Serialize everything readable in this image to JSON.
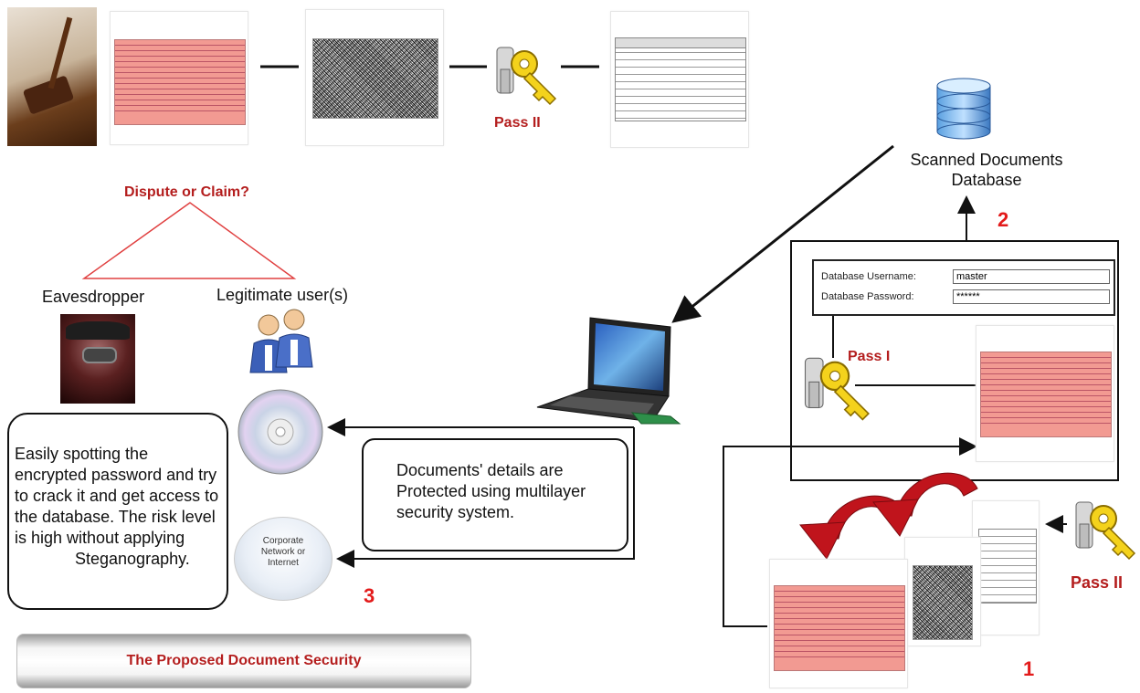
{
  "top_row": {
    "key_label": "Pass II"
  },
  "database": {
    "label_line1": "Scanned Documents",
    "label_line2": "Database"
  },
  "step_numbers": {
    "one": "1",
    "two": "2",
    "three": "3"
  },
  "dispute": {
    "title": "Dispute or Claim?",
    "left": "Eavesdropper",
    "right": "Legitimate user(s)"
  },
  "login": {
    "username_label": "Database Username:",
    "username_value": "master",
    "password_label": "Database Password:",
    "password_value": "******"
  },
  "keys": {
    "pass1": "Pass I",
    "pass2_right": "Pass II"
  },
  "info_box": {
    "line1": "Documents' details are",
    "line2": "Protected using multilayer",
    "line3": "security system."
  },
  "risk_box": {
    "line1": "Easily spotting the",
    "line2": "encrypted password and try",
    "line3": "to crack it and get access to",
    "line4": "the database. The risk level",
    "line5": "is high without applying",
    "line6": "Steganography."
  },
  "network": {
    "line1": "Corporate",
    "line2": "Network or",
    "line3": "Internet"
  },
  "caption": "The Proposed Document Security",
  "colors": {
    "accent_red": "#b41e1e",
    "number_red": "#e31b1b",
    "doc_pink": "#f29a92"
  }
}
